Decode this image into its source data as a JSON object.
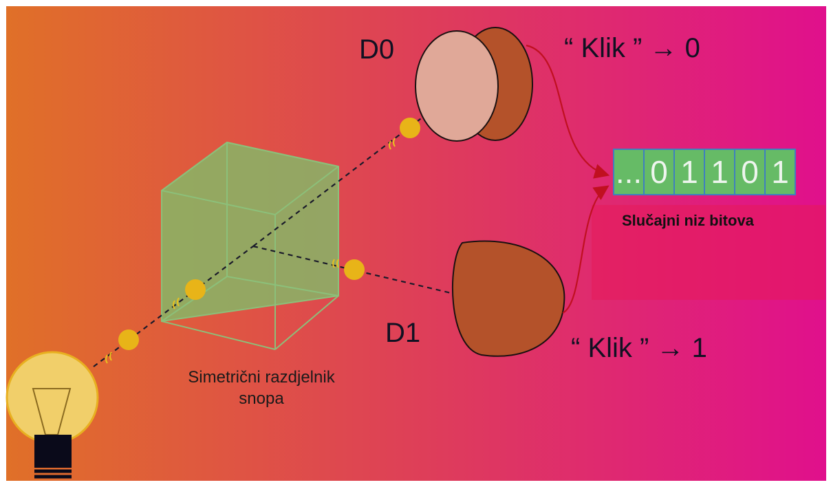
{
  "detectors": {
    "d0_label": "D0",
    "d1_label": "D1"
  },
  "outputs": {
    "d0_click_word": "Klik",
    "d0_value": "0",
    "d1_click_word": "Klik",
    "d1_value": "1",
    "open_quote": "“",
    "close_quote": "”",
    "arrow": "→"
  },
  "splitter": {
    "label_line1": "Simetrični razdjelnik",
    "label_line2": "snopa"
  },
  "bit_string": {
    "cells": [
      "...",
      "0",
      "1",
      "1",
      "0",
      "1"
    ],
    "label": "Slučajni niz bitova"
  },
  "colors": {
    "gradient_left": "#e07028",
    "gradient_right": "#e0108c",
    "splitter_fill": "#7fbf6a",
    "detector_dark": "#b4522a",
    "detector_face": "#e0a898",
    "photon": "#e8b418",
    "bit_cell": "#66bb66",
    "bit_border": "#3f7fbf",
    "wire": "#c01020"
  },
  "icons": [
    "light-bulb-icon",
    "photon-icon",
    "beam-splitter-icon",
    "detector-icon",
    "arrow-icon"
  ]
}
